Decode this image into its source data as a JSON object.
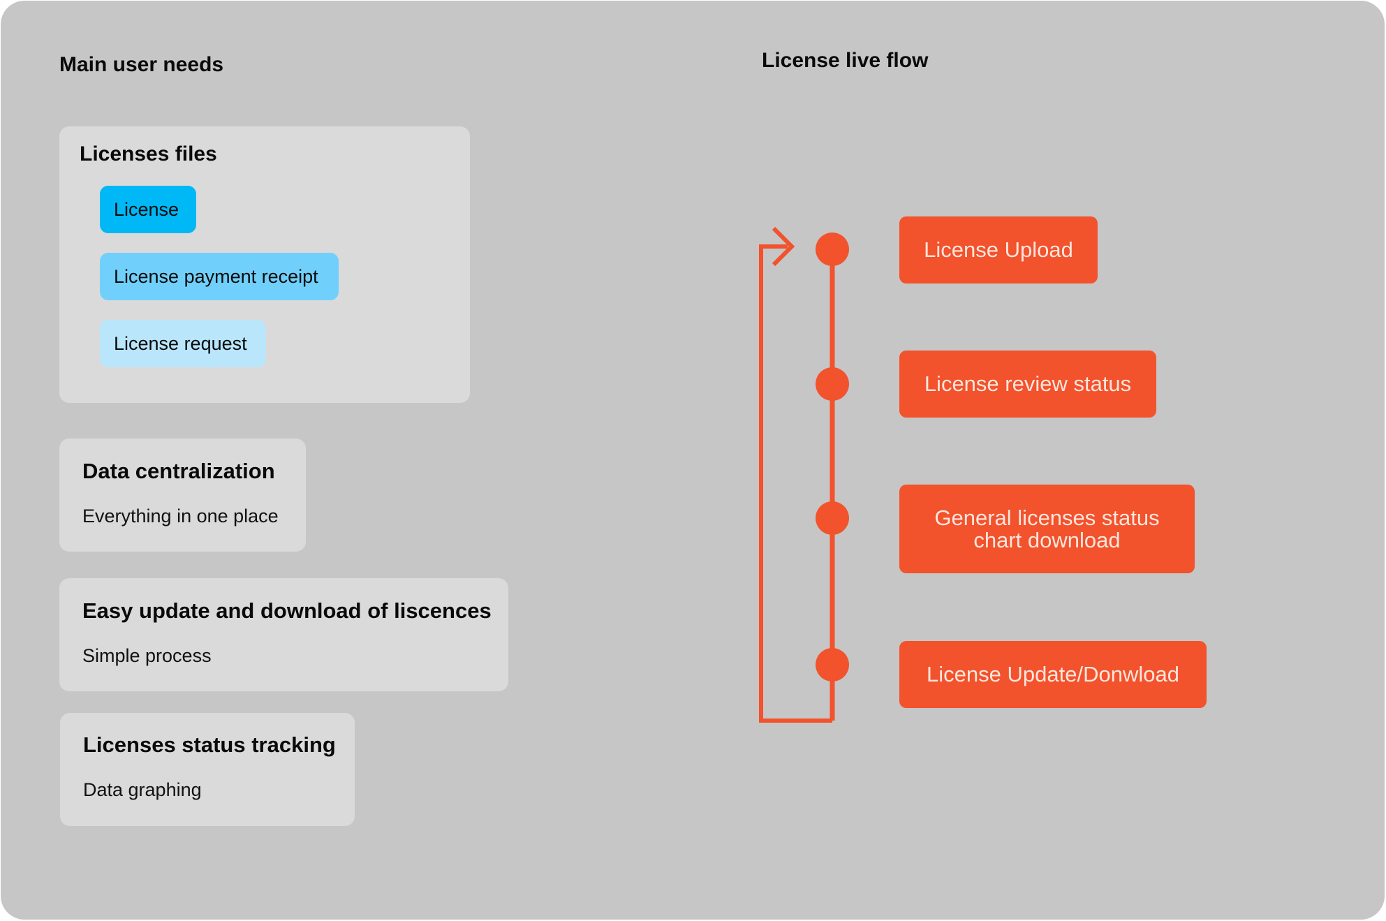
{
  "left": {
    "heading": "Main user needs",
    "licenses_files": {
      "title": "Licenses files",
      "chips": [
        {
          "label": "License",
          "color": "#00b8f5"
        },
        {
          "label": "License payment receipt",
          "color": "#70d0fb"
        },
        {
          "label": "License request",
          "color": "#b9e6fb"
        }
      ]
    },
    "needs": [
      {
        "title": "Data centralization",
        "subtitle": "Everything in one place"
      },
      {
        "title": "Easy update and download of liscences",
        "subtitle": "Simple process"
      },
      {
        "title": "Licenses status tracking",
        "subtitle": "Data graphing"
      }
    ]
  },
  "right": {
    "heading": "License live flow",
    "accent_color": "#f2522c",
    "steps": [
      {
        "label": "License Upload"
      },
      {
        "label": "License review status"
      },
      {
        "label": "General licenses status\nchart download"
      },
      {
        "label": "License Update/Donwload"
      }
    ]
  }
}
